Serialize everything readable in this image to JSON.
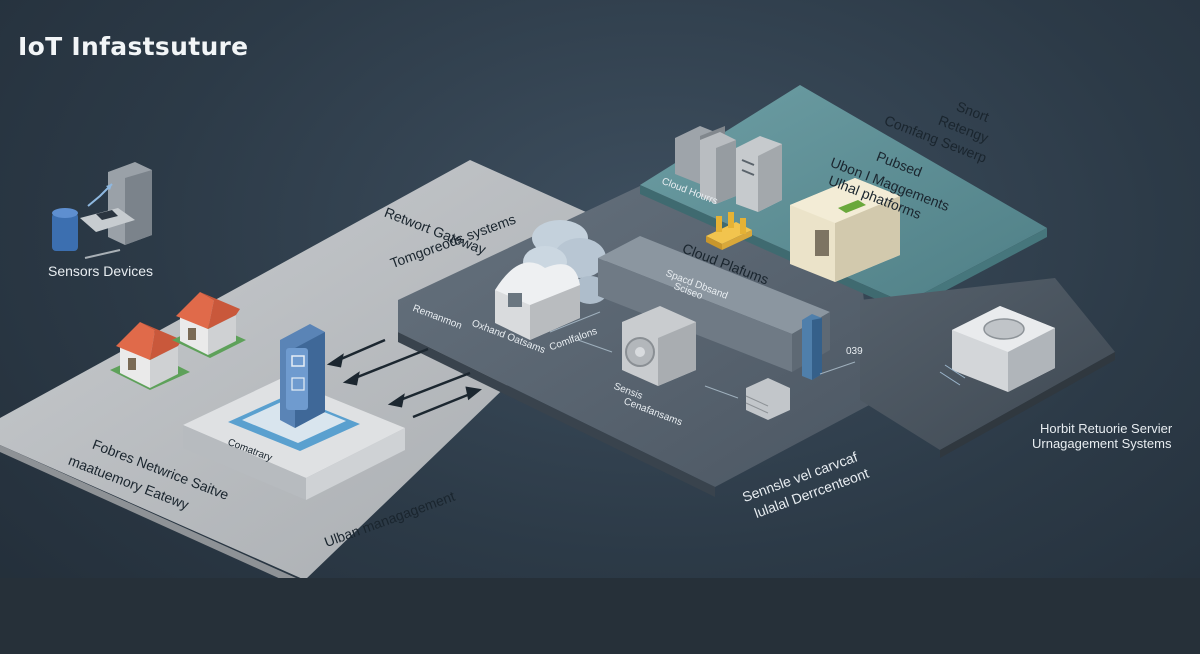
{
  "title": "IoT Infastsuture",
  "labels": {
    "sensors": "Sensors Devices",
    "network_gateway_1": "Retwort Gateway",
    "network_gateway_2": "Tomgoreods systems",
    "fobres_1": "Fobres Netwrice Saitve",
    "fobres_2": "maatuemory Eatewy",
    "urban": "Ulban managagement",
    "gateway_base": "Comatrary",
    "cloud_platforms": "Cloud Plafums",
    "spacd_1": "Spacd Dbsand",
    "spacd_2": "Sciseo",
    "remonmon": "Remanmon",
    "oxhand": "Oxhand Oatsams",
    "comlfalons": "Comlfalons",
    "sensis_1": "Sensis",
    "sensis_2": "Cenafansams",
    "cloud_hours": "Cloud Hourrs",
    "publed_1": "Pubsed",
    "publed_2": "Ubon I Maggements",
    "publed_3": "Ulhal phatforms",
    "smart_1": "Snort",
    "smart_2": "Retengy",
    "smart_3": "Comfang Sewerp",
    "sennsle_1": "Sennsle vel carvcaf",
    "sennsle_2": "lulalal Derrcenteont",
    "horbit_1": "Horbit Retuorie Servier",
    "horbit_2": "Urnagagement Systems",
    "num": "039"
  },
  "colors": {
    "accent_teal": "#5b8d93",
    "accent_blue": "#4f7fab",
    "roof_orange": "#e06a4a",
    "gold": "#e5b235"
  },
  "icons": [
    "server-rack-icon",
    "house-icon",
    "cloud-icon",
    "gateway-device-icon",
    "storage-disk-icon",
    "chip-icon",
    "fan-unit-icon"
  ]
}
